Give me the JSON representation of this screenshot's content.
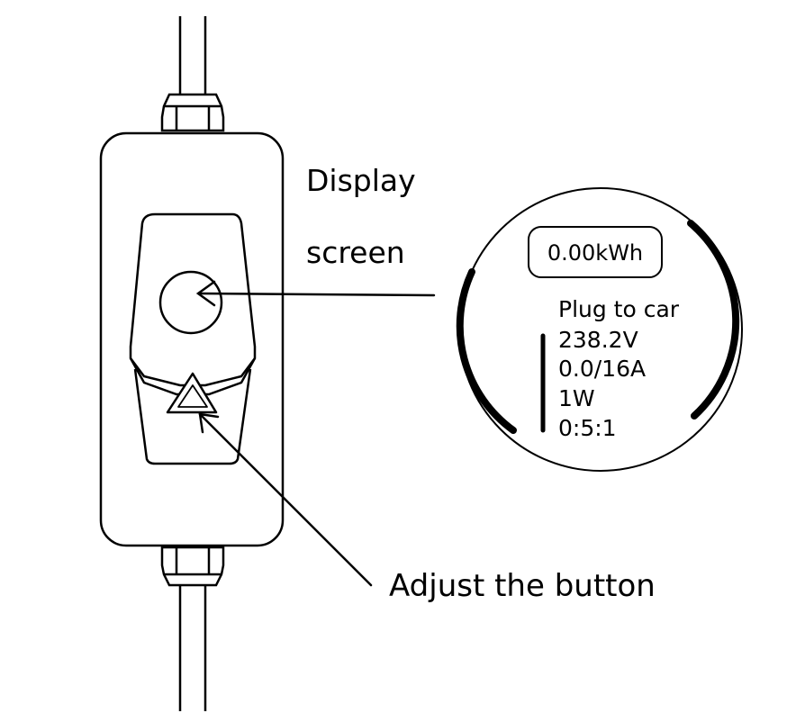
{
  "labels": {
    "display_line1": "Display",
    "display_line2": "screen",
    "button": "Adjust the button"
  },
  "screen": {
    "energy": "0.00kWh",
    "status": "Plug to car",
    "voltage": "238.2V",
    "current": "0.0/16A",
    "power": "1W",
    "time": "0:5:1"
  }
}
